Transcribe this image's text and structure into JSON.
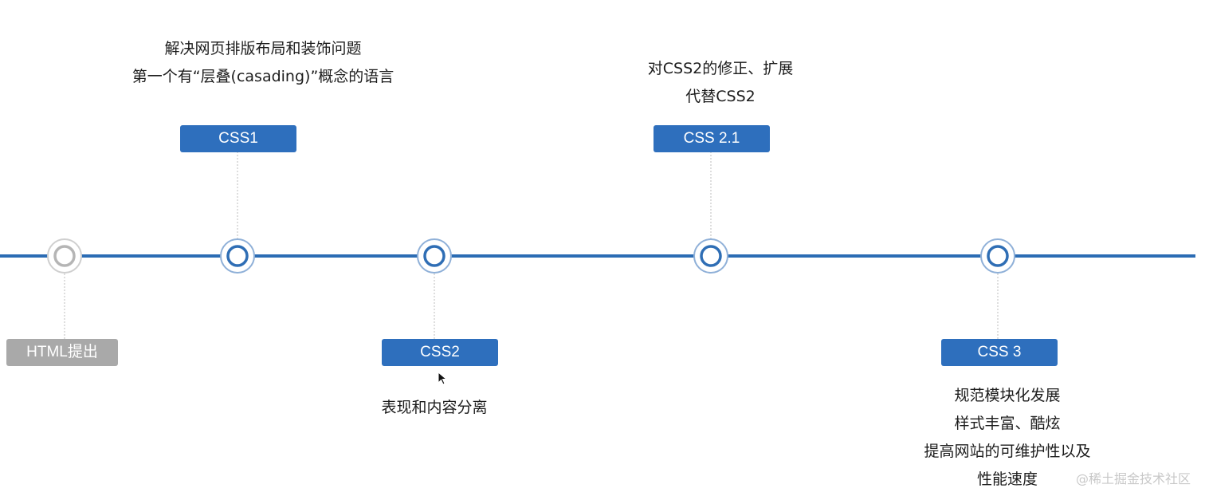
{
  "colors": {
    "line": "#2b6cb4",
    "blue_box": "#2e6fbd",
    "gray_box": "#a9a9a9",
    "gray_ring": "#b5b5b5",
    "blue_ring": "#2f6eb5"
  },
  "milestones": [
    {
      "id": "html",
      "label": "HTML提出",
      "style": "gray",
      "position": "below",
      "descriptions": []
    },
    {
      "id": "css1",
      "label": "CSS1",
      "style": "blue",
      "position": "above",
      "descriptions": [
        "解决网页排版布局和装饰问题",
        "第一个有“层叠(casading)”概念的语言"
      ]
    },
    {
      "id": "css2",
      "label": "CSS2",
      "style": "blue",
      "position": "below",
      "descriptions": [
        "表现和内容分离"
      ]
    },
    {
      "id": "css21",
      "label": "CSS 2.1",
      "style": "blue",
      "position": "above",
      "descriptions": [
        "对CSS2的修正、扩展",
        "代替CSS2"
      ]
    },
    {
      "id": "css3",
      "label": "CSS 3",
      "style": "blue",
      "position": "below",
      "descriptions": [
        "规范模块化发展",
        "样式丰富、酷炫",
        "提高网站的可维护性以及",
        "性能速度"
      ]
    }
  ],
  "watermark": "@稀土掘金技术社区"
}
